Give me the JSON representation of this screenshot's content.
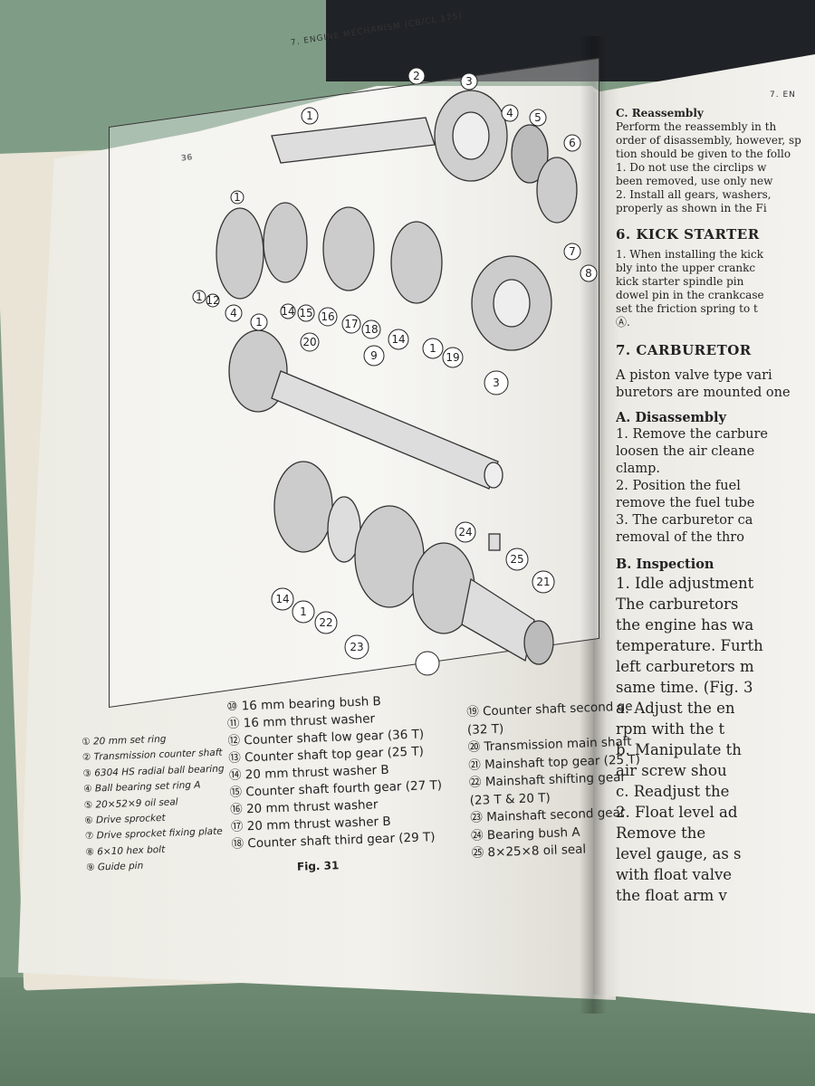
{
  "left_page": {
    "running_head": "7. ENGINE MECHANISM (CB/CL 175)",
    "page_number": "36",
    "figure_label": "Fig. 31",
    "callouts": [
      "1",
      "2",
      "3",
      "4",
      "5",
      "6",
      "7",
      "8",
      "1",
      "1",
      "12",
      "4",
      "1",
      "14",
      "15",
      "16",
      "17",
      "18",
      "14",
      "1",
      "19",
      "3",
      "20",
      "9",
      "24",
      "25",
      "21",
      "14",
      "1",
      "22",
      "23"
    ],
    "legend_col1": [
      "① 20 mm set ring",
      "② Transmission counter shaft",
      "③ 6304 HS radial ball bearing",
      "④ Ball bearing set ring A",
      "⑤ 20×52×9 oil seal",
      "⑥ Drive sprocket",
      "⑦ Drive sprocket fixing plate",
      "⑧ 6×10 hex bolt",
      "⑨ Guide pin"
    ],
    "legend_col2": [
      "⑩ 16 mm bearing bush B",
      "⑪ 16 mm thrust washer",
      "⑫ Counter shaft low gear (36 T)",
      "⑬ Counter shaft top gear (25 T)",
      "⑭ 20 mm thrust washer B",
      "⑮ Counter shaft fourth gear (27 T)",
      "⑯ 20 mm thrust washer",
      "⑰ 20 mm thrust washer B",
      "⑱ Counter shaft third gear (29 T)"
    ],
    "legend_col3": [
      "⑲ Counter shaft second ge",
      "(32 T)",
      "⑳ Transmission main shaft",
      "㉑ Mainshaft top gear (25 T)",
      "㉒ Mainshaft shifting gear",
      "(23 T & 20 T)",
      "㉓ Mainshaft second gear",
      "㉔ Bearing bush A",
      "㉕ 8×25×8 oil seal"
    ]
  },
  "right_page": {
    "running_head": "7. EN",
    "lines_small": [
      "C. Reassembly",
      "Perform the reassembly in th",
      "order of disassembly, however, sp",
      "tion should be given to the follo",
      "1. Do not use the circlips w",
      "been removed, use only new",
      "2. Install all gears, washers,",
      "properly as shown in the Fi"
    ],
    "section6_title": "6. KICK STARTER",
    "section6_lines": [
      "1. When installing the kick",
      "bly into the upper crankc",
      "kick starter spindle pin",
      "dowel pin in the crankcase",
      "set the friction spring to t",
      "Ⓐ."
    ],
    "section7_title": "7. CARBURETOR",
    "section7_lines": [
      "A piston valve type vari",
      "buretors are mounted one"
    ],
    "subA_title": "A. Disassembly",
    "subA_lines": [
      "1. Remove the carbure",
      "loosen the air cleane",
      "clamp.",
      "2. Position the fuel",
      "remove the fuel tube",
      "3. The carburetor ca",
      "removal of the thro"
    ],
    "subB_title": "B. Inspection",
    "subB_lines": [
      "1. Idle adjustment",
      "The carburetors",
      "the engine has wa",
      "temperature. Furth",
      "left carburetors m",
      "same time. (Fig. 3",
      "a. Adjust the en",
      "rpm with the t",
      "b. Manipulate th",
      "air screw shou",
      "c. Readjust the",
      "2. Float level ad",
      "Remove the",
      "level gauge, as s",
      "with float valve",
      "the float arm v"
    ]
  }
}
